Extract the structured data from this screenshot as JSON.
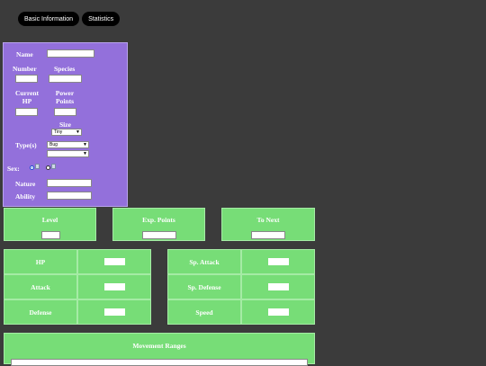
{
  "tabs": [
    "Basic Information",
    "Statistics"
  ],
  "basic": {
    "name_label": "Name",
    "number_label": "Number",
    "species_label": "Species",
    "current_hp_label_1": "Current",
    "current_hp_label_2": "HP",
    "power_points_label_1": "Power",
    "power_points_label_2": "Points",
    "size_label": "Size",
    "size_value": "Tiny",
    "types_label": "Type(s)",
    "type1_value": "Bug",
    "type2_value": "",
    "sex_label": "Sex:",
    "nature_label": "Nature",
    "ability_label": "Ability"
  },
  "progress": {
    "level_label": "Level",
    "exp_label": "Exp. Points",
    "next_label": "To Next"
  },
  "stats": {
    "hp": "HP",
    "attack": "Attack",
    "defense": "Defense",
    "sp_attack": "Sp. Attack",
    "sp_defense": "Sp. Defense",
    "speed": "Speed"
  },
  "movement": {
    "title": "Movement Ranges"
  },
  "colors": {
    "background": "#3b3b3b",
    "panel": "#9370db",
    "stat_box": "#77dd77",
    "tab": "#000000"
  }
}
